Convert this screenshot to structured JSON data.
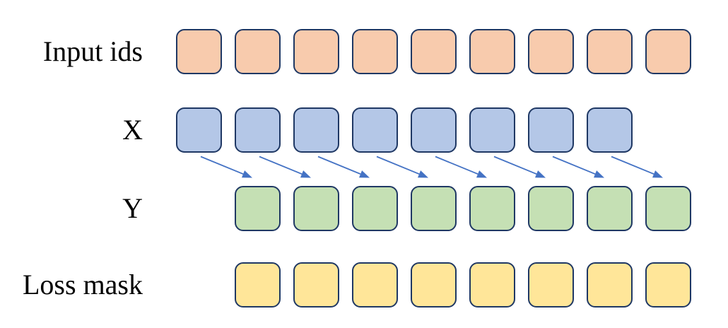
{
  "diagram": {
    "background_color": "#ffffff",
    "square_border_color": "#1F3864",
    "arrow_color": "#4472C4",
    "rows": [
      {
        "id": "input_ids",
        "label": "Input ids",
        "count": 9,
        "offset": 0,
        "fill": "#F8CBAD"
      },
      {
        "id": "x",
        "label": "X",
        "count": 8,
        "offset": 0,
        "fill": "#B4C7E7"
      },
      {
        "id": "y",
        "label": "Y",
        "count": 8,
        "offset": 1,
        "fill": "#C5E0B4"
      },
      {
        "id": "loss_mask",
        "label": "Loss mask",
        "count": 8,
        "offset": 1,
        "fill": "#FFE699"
      }
    ],
    "arrows": {
      "count": 8,
      "from_row": "x",
      "to_row": "y"
    }
  }
}
